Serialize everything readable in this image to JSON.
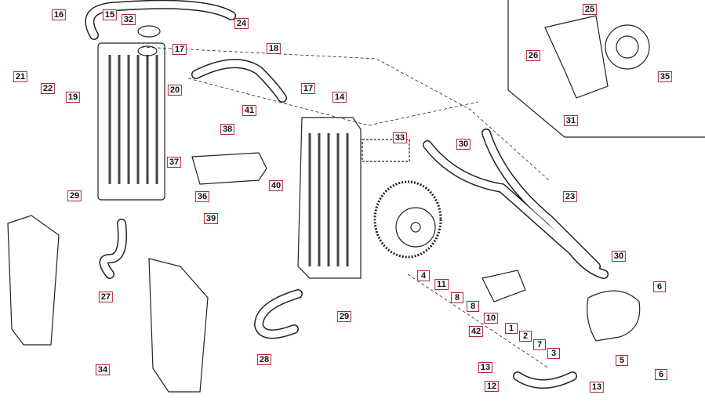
{
  "diagram": {
    "type": "exploded-parts-diagram",
    "label_border_color": "#b3262d",
    "labels": [
      "16",
      "15",
      "32",
      "24",
      "17",
      "18",
      "21",
      "22",
      "19",
      "20",
      "41",
      "38",
      "17",
      "14",
      "33",
      "30",
      "37",
      "36",
      "40",
      "39",
      "29",
      "27",
      "23",
      "30",
      "4",
      "11",
      "8",
      "8",
      "10",
      "1",
      "2",
      "7",
      "3",
      "42",
      "29",
      "28",
      "34",
      "13",
      "12",
      "13",
      "5",
      "6",
      "6",
      "25",
      "26",
      "35",
      "31"
    ]
  }
}
